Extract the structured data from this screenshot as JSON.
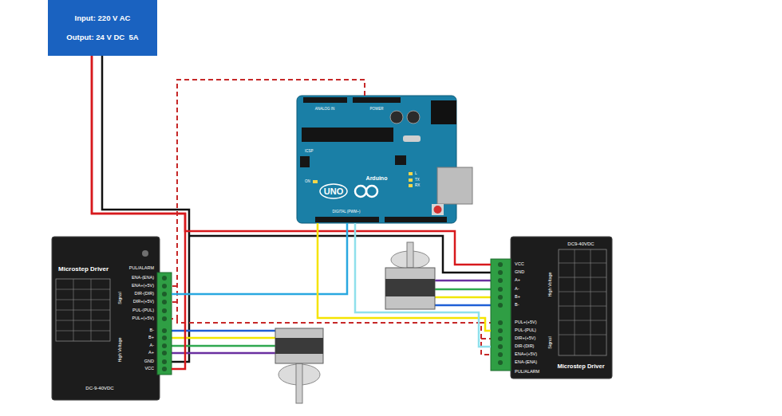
{
  "diagram": {
    "nodes": [
      {
        "text": [
          "Input: 220 V AC",
          "Output: 24 V DC  5A"
        ]
      },
      {
        "text": [
          "UNO",
          "Arduino",
          "DIGITAL (PWM~)",
          "ANALOG IN",
          "POWER",
          "ICSP",
          "L",
          "TX",
          "RX",
          "ON"
        ]
      },
      {
        "text": [
          "Microstep Driver",
          "PUL/ALARM",
          "ENA-(ENA)",
          "ENA+(+5V)",
          "DIR-(DIR)",
          "DIR+(+5V)",
          "PUL-(PUL)",
          "PUL+(+5V)",
          "B-",
          "B+",
          "A-",
          "A+",
          "GND",
          "VCC",
          "Signal",
          "High Voltage",
          "DC-9-40VDC"
        ]
      },
      {
        "text": [
          "DC9-40VDC",
          "VCC",
          "GND",
          "A+",
          "A-",
          "B+",
          "B-",
          "High Voltage",
          "PUL+(+5V)",
          "PUL-(PUL)",
          "DIR+(+5V)",
          "DIR-(DIR)",
          "ENA+(+5V)",
          "ENA-(ENA)",
          "Signal",
          "Microstep Driver",
          "PUL/ALARM"
        ]
      }
    ],
    "edges": [
      {
        "from": 0,
        "to": 2,
        "arrow": "none"
      },
      {
        "from": 0,
        "to": 3,
        "arrow": "none"
      },
      {
        "from": 1,
        "to": 2,
        "arrow": "none"
      },
      {
        "from": 1,
        "to": 2,
        "arrow": "none"
      },
      {
        "from": 1,
        "to": 3,
        "arrow": "none"
      },
      {
        "from": 1,
        "to": 3,
        "arrow": "none"
      }
    ]
  }
}
